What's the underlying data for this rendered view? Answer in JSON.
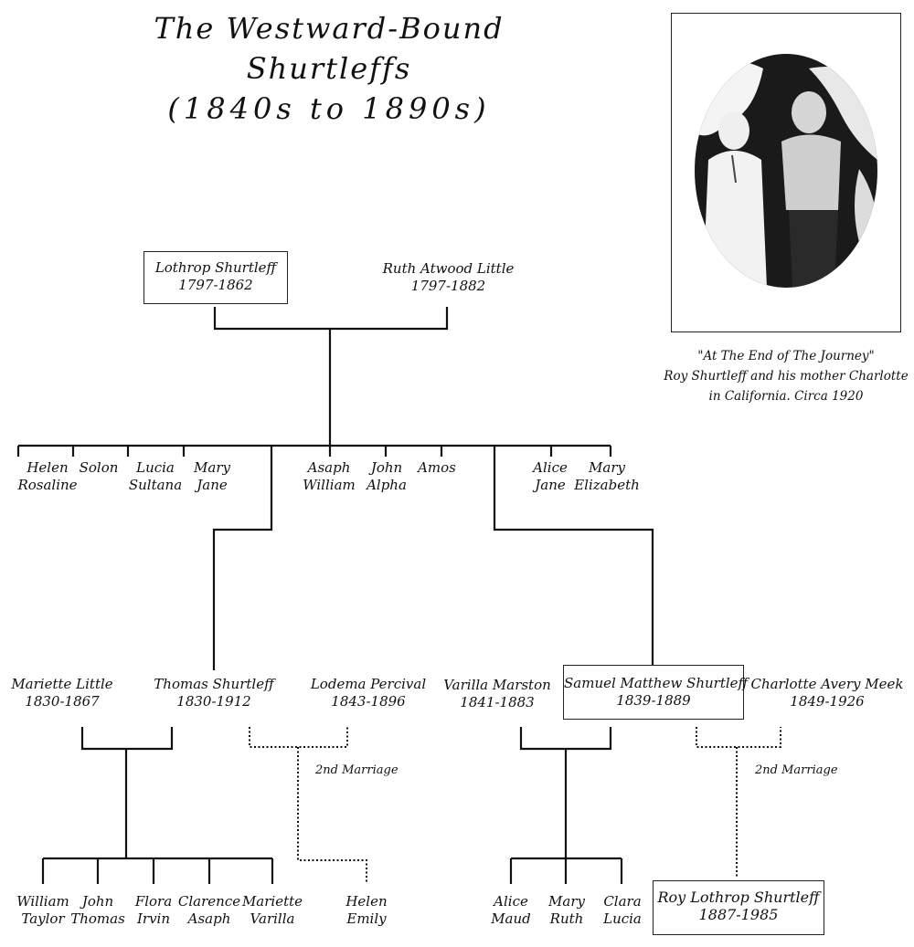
{
  "title": {
    "line1": "The Westward-Bound",
    "line2": "Shurtleffs",
    "line3": "(1840s to 1890s)"
  },
  "photo": {
    "caption_line1": "\"At The End of The Journey\"",
    "caption_line2": "Roy Shurtleff and his mother Charlotte",
    "caption_line3": "in California. Circa 1920"
  },
  "people": {
    "lothrop": {
      "name": "Lothrop Shurtleff",
      "dates": "1797-1862"
    },
    "ruth": {
      "name": "Ruth Atwood Little",
      "dates": "1797-1882"
    },
    "helen_rosaline": {
      "first": "Helen",
      "second": "Rosaline"
    },
    "solon": {
      "first": "Solon"
    },
    "lucia_sultana": {
      "first": "Lucia",
      "second": "Sultana"
    },
    "mary_jane": {
      "first": "Mary",
      "second": "Jane"
    },
    "asaph_william": {
      "first": "Asaph",
      "second": "William"
    },
    "john_alpha": {
      "first": "John",
      "second": "Alpha"
    },
    "amos": {
      "first": "Amos"
    },
    "alice_jane": {
      "first": "Alice",
      "second": "Jane"
    },
    "mary_elizabeth": {
      "first": "Mary",
      "second": "Elizabeth"
    },
    "mariette_little": {
      "name": "Mariette Little",
      "dates": "1830-1867"
    },
    "thomas": {
      "name": "Thomas Shurtleff",
      "dates": "1830-1912"
    },
    "lodema": {
      "name": "Lodema Percival",
      "dates": "1843-1896"
    },
    "varilla": {
      "name": "Varilla Marston",
      "dates": "1841-1883"
    },
    "samuel": {
      "name": "Samuel Matthew Shurtleff",
      "dates": "1839-1889"
    },
    "charlotte": {
      "name": "Charlotte Avery Meek",
      "dates": "1849-1926"
    },
    "william_taylor": {
      "first": "William",
      "second": "Taylor"
    },
    "john_thomas": {
      "first": "John",
      "second": "Thomas"
    },
    "flora_irvin": {
      "first": "Flora",
      "second": "Irvin"
    },
    "clarence_asaph": {
      "first": "Clarence",
      "second": "Asaph"
    },
    "mariette_varilla": {
      "first": "Mariette",
      "second": "Varilla"
    },
    "helen_emily": {
      "first": "Helen",
      "second": "Emily"
    },
    "alice_maud": {
      "first": "Alice",
      "second": "Maud"
    },
    "mary_ruth": {
      "first": "Mary",
      "second": "Ruth"
    },
    "clara_lucia": {
      "first": "Clara",
      "second": "Lucia"
    },
    "roy": {
      "name": "Roy Lothrop Shurtleff",
      "dates": "1887-1985"
    }
  },
  "notes": {
    "second_marriage_thomas": "2nd Marriage",
    "second_marriage_samuel": "2nd Marriage"
  },
  "colors": {
    "ink": "#111111",
    "background": "#ffffff"
  }
}
